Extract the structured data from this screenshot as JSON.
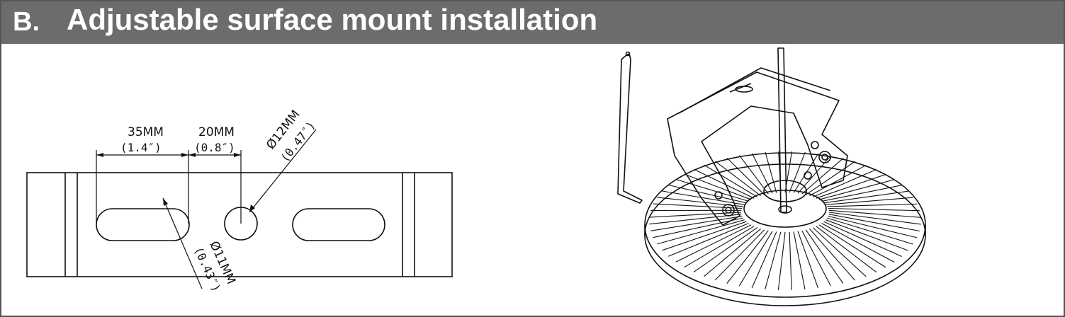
{
  "header": {
    "section_letter": "B.",
    "title": "Adjustable surface mount installation"
  },
  "dimensions": {
    "slot_spacing": {
      "metric": "35MM",
      "imperial": "(1.4″)"
    },
    "hole_spacing": {
      "metric": "20MM",
      "imperial": "(0.8″)"
    },
    "hole_large": {
      "metric": "Ø12MM",
      "imperial": "(0.47″)"
    },
    "hole_small": {
      "metric": "Ø11MM",
      "imperial": "(0.43″)"
    }
  },
  "colors": {
    "header_bg": "#6c6c6c",
    "header_text": "#ffffff",
    "line": "#111111"
  }
}
